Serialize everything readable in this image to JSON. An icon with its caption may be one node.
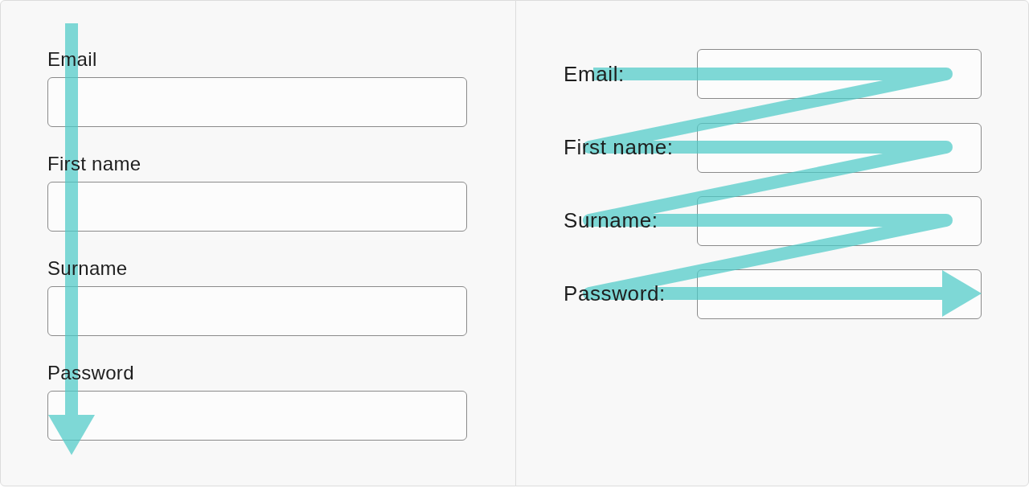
{
  "diagram": {
    "labels": [
      "Email",
      "First name",
      "Surname",
      "Password",
      "Email:",
      "First name:",
      "Surname:",
      "Password:"
    ]
  }
}
